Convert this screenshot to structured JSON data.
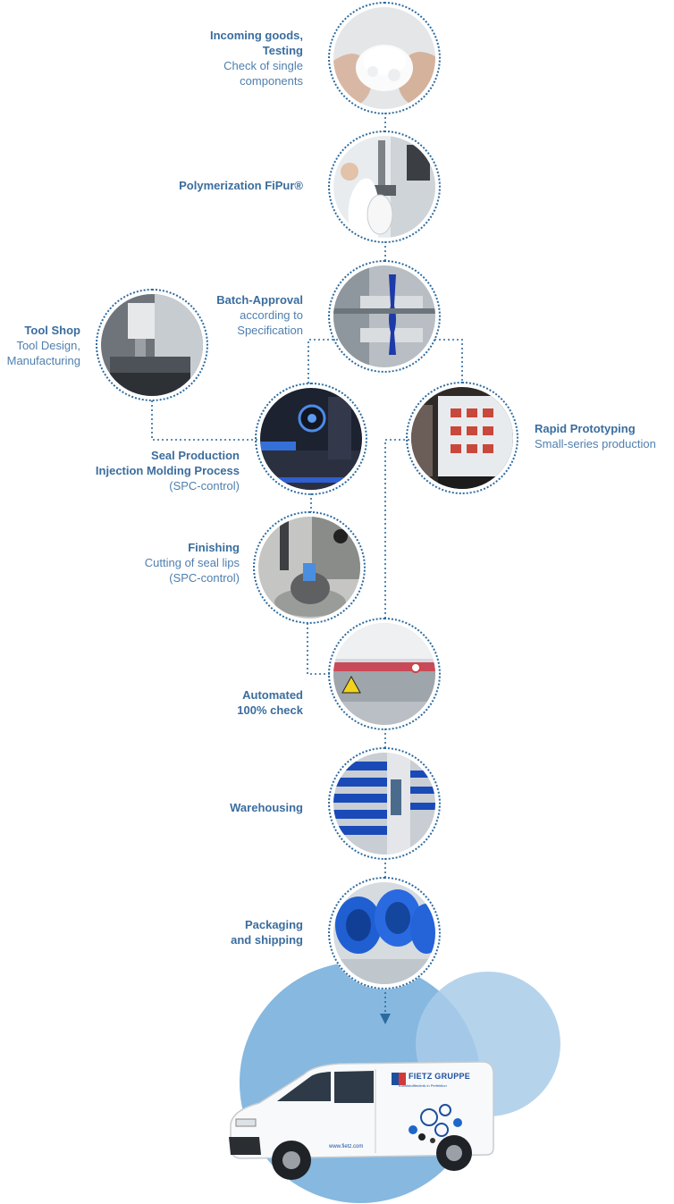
{
  "steps": [
    {
      "id": "incoming",
      "title": "Incoming goods,\nTesting",
      "subtitle": "Check of single\ncomponents",
      "icon": "powder-hands-photo"
    },
    {
      "id": "polymerization",
      "title": "Polymerization FiPur®",
      "subtitle": "",
      "icon": "lab-reactor-photo"
    },
    {
      "id": "batch",
      "title": "Batch-Approval",
      "subtitle": "according to\nSpecification",
      "icon": "tensile-test-photo"
    },
    {
      "id": "toolshop",
      "title": "Tool Shop",
      "subtitle": "Tool Design,\nManufacturing",
      "icon": "cnc-machine-photo"
    },
    {
      "id": "seal",
      "title": "Seal Production\nInjection Molding Process",
      "subtitle": "(SPC-control)",
      "icon": "injection-molding-photo"
    },
    {
      "id": "rapid",
      "title": "Rapid Prototyping",
      "subtitle": "Small-series production",
      "icon": "rapid-prototype-photo"
    },
    {
      "id": "finishing",
      "title": "Finishing",
      "subtitle": "Cutting of seal lips\n(SPC-control)",
      "icon": "cutting-station-photo"
    },
    {
      "id": "check",
      "title": "Automated\n100% check",
      "subtitle": "",
      "icon": "inspection-line-photo"
    },
    {
      "id": "warehouse",
      "title": "Warehousing",
      "subtitle": "",
      "icon": "warehouse-shelves-photo"
    },
    {
      "id": "packaging",
      "title": "Packaging\nand shipping",
      "subtitle": "",
      "icon": "blue-seals-photo"
    }
  ],
  "van": {
    "brand": "FIETZ GRUPPE",
    "tagline": "Kunststofftechnik in Perfektion",
    "url": "www.fietz.com",
    "icon": "delivery-van-photo"
  },
  "colors": {
    "accent": "#2c6a9e",
    "circle_light": "#a9cbe6",
    "circle_mid": "#7fb2dc"
  }
}
